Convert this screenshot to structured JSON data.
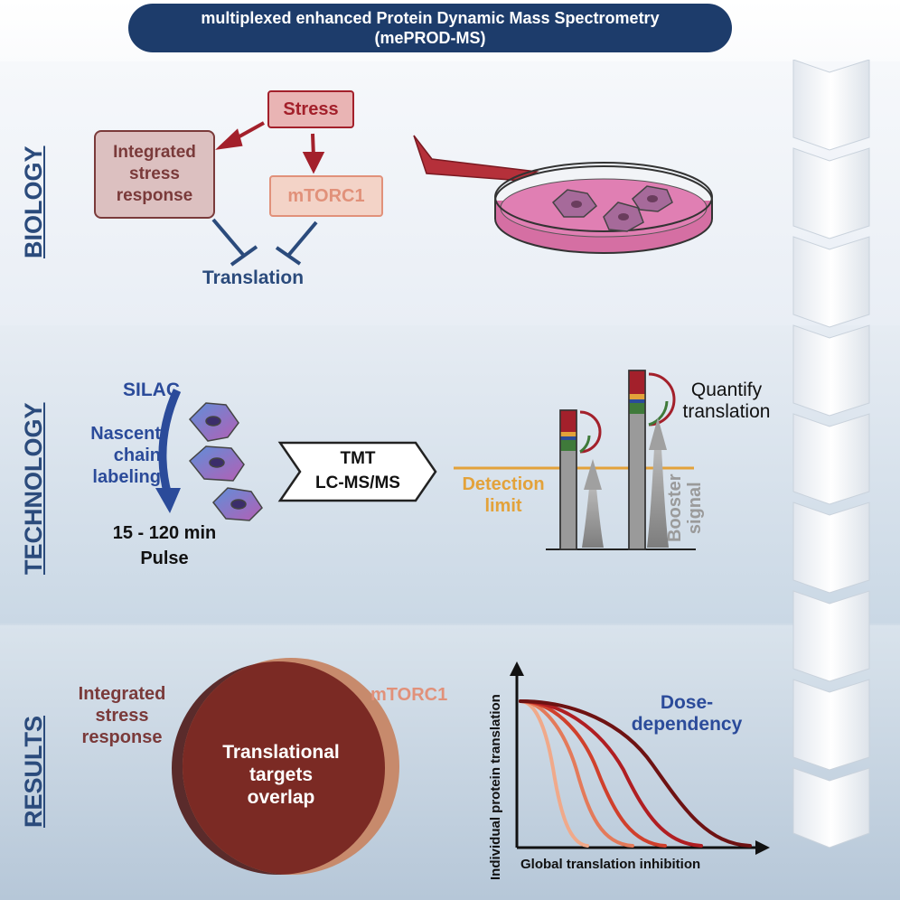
{
  "title": {
    "line1": "multiplexed enhanced Protein Dynamic Mass Spectrometry",
    "line2": "(mePROD-MS)"
  },
  "sections": {
    "biology": "BIOLOGY",
    "technology": "TECHNOLOGY",
    "results": "RESULTS"
  },
  "biology": {
    "stress": "Stress",
    "isr": [
      "Integrated",
      "stress",
      "response"
    ],
    "mtorc1": "mTORC1",
    "translation": "Translation"
  },
  "technology": {
    "silac": "SILAC",
    "nascent": [
      "Nascent",
      "chain",
      "labeling"
    ],
    "pulse_time": "15 - 120 min",
    "pulse": "Pulse",
    "tmt": "TMT",
    "lcms": "LC-MS/MS",
    "detection": [
      "Detection",
      "limit"
    ],
    "quantify": [
      "Quantify",
      "translation"
    ],
    "booster": [
      "Booster",
      "signal"
    ]
  },
  "results": {
    "isr": [
      "Integrated",
      "stress",
      "response"
    ],
    "mtorc1": "mTORC1",
    "overlap": [
      "Translational",
      "targets",
      "overlap"
    ],
    "dose": [
      "Dose-",
      "dependency"
    ],
    "ylabel": "Individual protein translation",
    "xlabel": "Global translation inhibition"
  },
  "colors": {
    "navy": "#1d3c6b",
    "stress_red": "#a3202b",
    "isr_brown": "#7a3a3a",
    "mtorc1_salmon": "#e1917a",
    "blue": "#2b4b9a",
    "orange": "#e3a23a",
    "venn_dark": "#5a2b2b",
    "venn_light": "#c78a6c",
    "venn_overlap": "#7b2a24"
  }
}
